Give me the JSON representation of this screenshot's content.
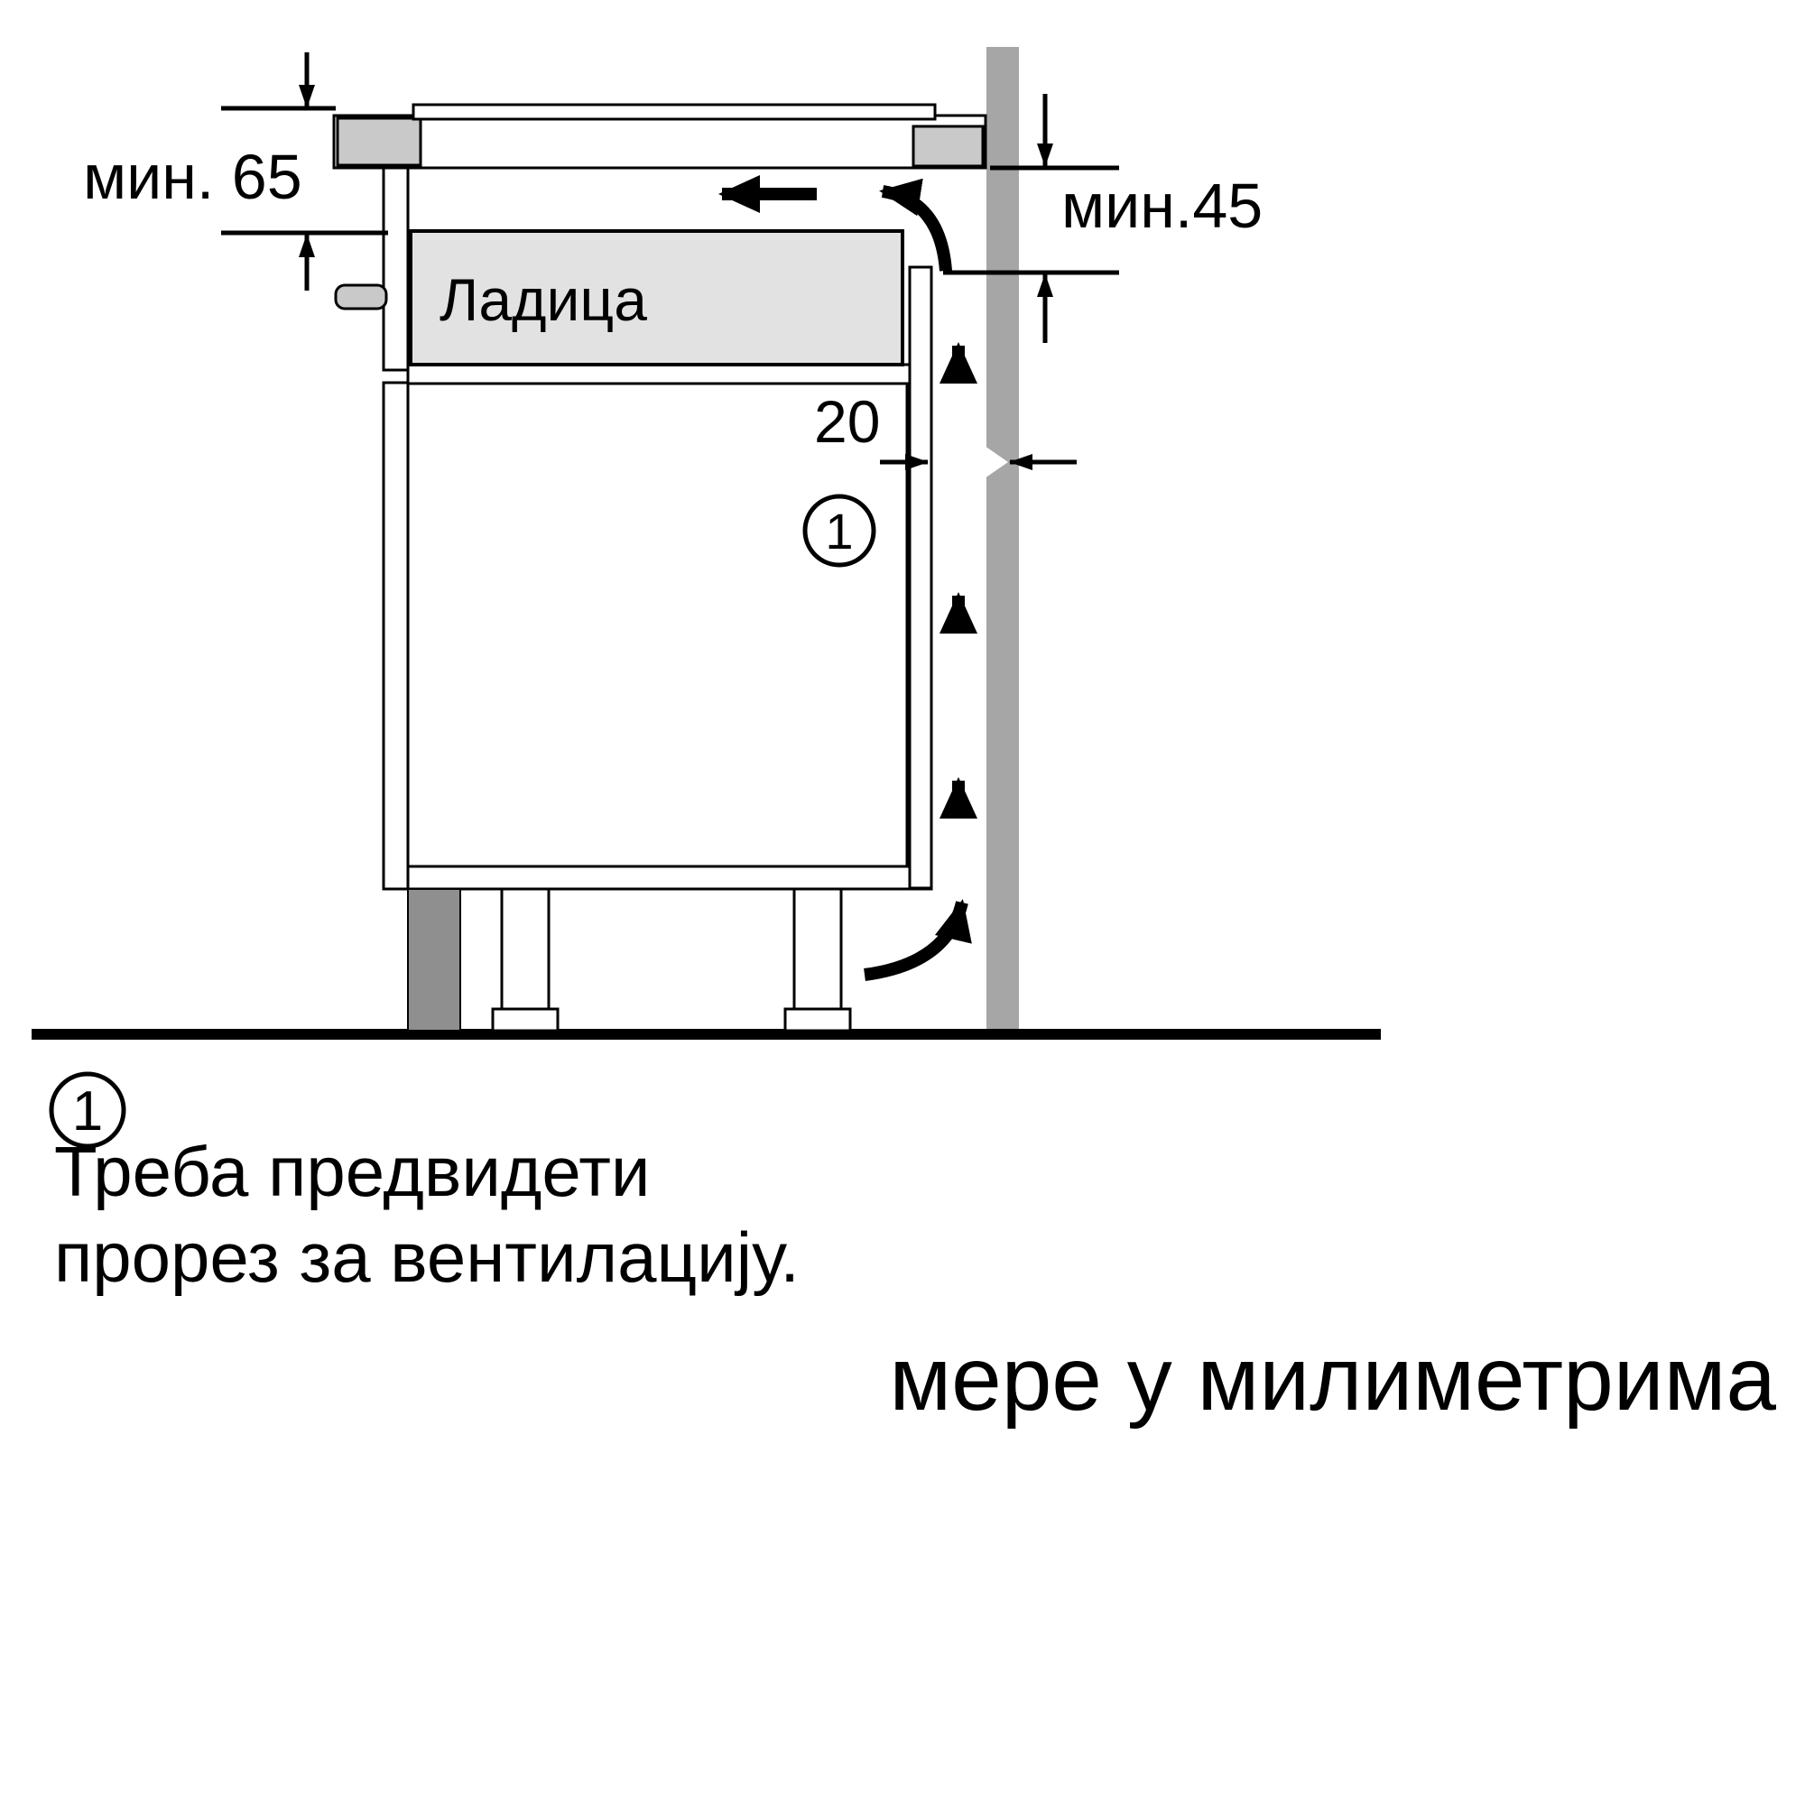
{
  "diagram": {
    "dimension_labels": {
      "min_top_clearance": "мин. 65",
      "min_right_clearance": "мин.45",
      "rear_gap": "20"
    },
    "part_labels": {
      "drawer": "Ладица",
      "callout": "1"
    },
    "footnotes": {
      "callout": "1",
      "line1": "Треба предвидети",
      "line2": "прорез за вентилацију.",
      "units_note": "мере у милиметрима"
    },
    "colors": {
      "wall_gray": "#a6a6a6",
      "plinth_gray": "#8f8f8f",
      "hob_block_gray": "#c9c9c9",
      "drawer_gray": "#e2e2e2",
      "line_black": "#000000"
    }
  }
}
